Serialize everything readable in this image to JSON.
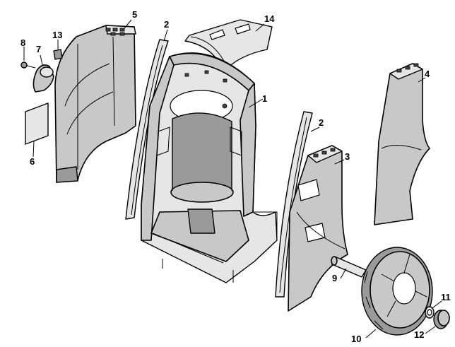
{
  "diagram": {
    "callouts": {
      "c1": "1",
      "c2a": "2",
      "c2b": "2",
      "c3": "3",
      "c4": "4",
      "c5": "5",
      "c6": "6",
      "c7": "7",
      "c8": "8",
      "c9": "9",
      "c10": "10",
      "c11": "11",
      "c12": "12",
      "c13": "13",
      "c14": "14"
    }
  }
}
